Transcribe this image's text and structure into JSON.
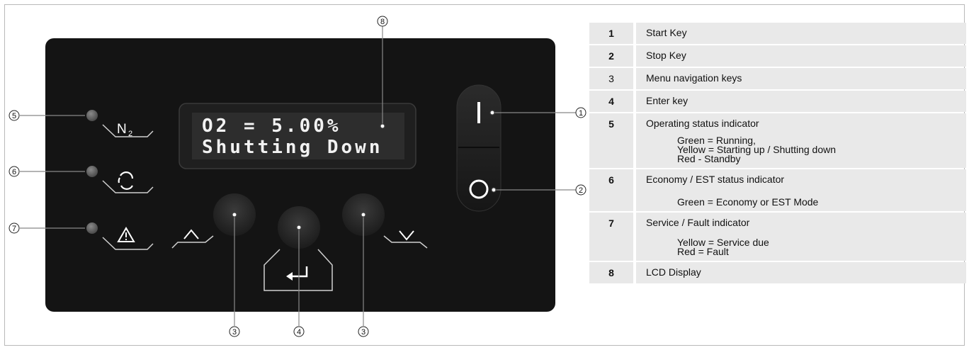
{
  "display": {
    "line1": "O2 = 5.00%",
    "line2": "Shutting Down"
  },
  "indicators": {
    "n2_label": "N",
    "n2_subscript": "2"
  },
  "callouts": [
    "1",
    "2",
    "3",
    "4",
    "5",
    "6",
    "7",
    "8"
  ],
  "legend": [
    {
      "num": "1",
      "label": "Start Key",
      "details": []
    },
    {
      "num": "2",
      "label": "Stop Key",
      "details": []
    },
    {
      "num": "3",
      "label": "Menu navigation keys",
      "details": []
    },
    {
      "num": "4",
      "label": "Enter key",
      "details": []
    },
    {
      "num": "5",
      "label": "Operating status indicator",
      "details": [
        "Green = Running,",
        "Yellow = Starting up / Shutting down",
        "Red - Standby"
      ]
    },
    {
      "num": "6",
      "label": "Economy / EST status indicator",
      "details": [
        "Green = Economy or EST Mode"
      ]
    },
    {
      "num": "7",
      "label": "Service / Fault indicator",
      "details": [
        "Yellow = Service due",
        "Red = Fault"
      ]
    },
    {
      "num": "8",
      "label": "LCD Display",
      "details": []
    }
  ],
  "colors": {
    "panel": "#141414",
    "lcd_background": "#2c2c2c",
    "legend_cell": "#e9e9e9"
  }
}
